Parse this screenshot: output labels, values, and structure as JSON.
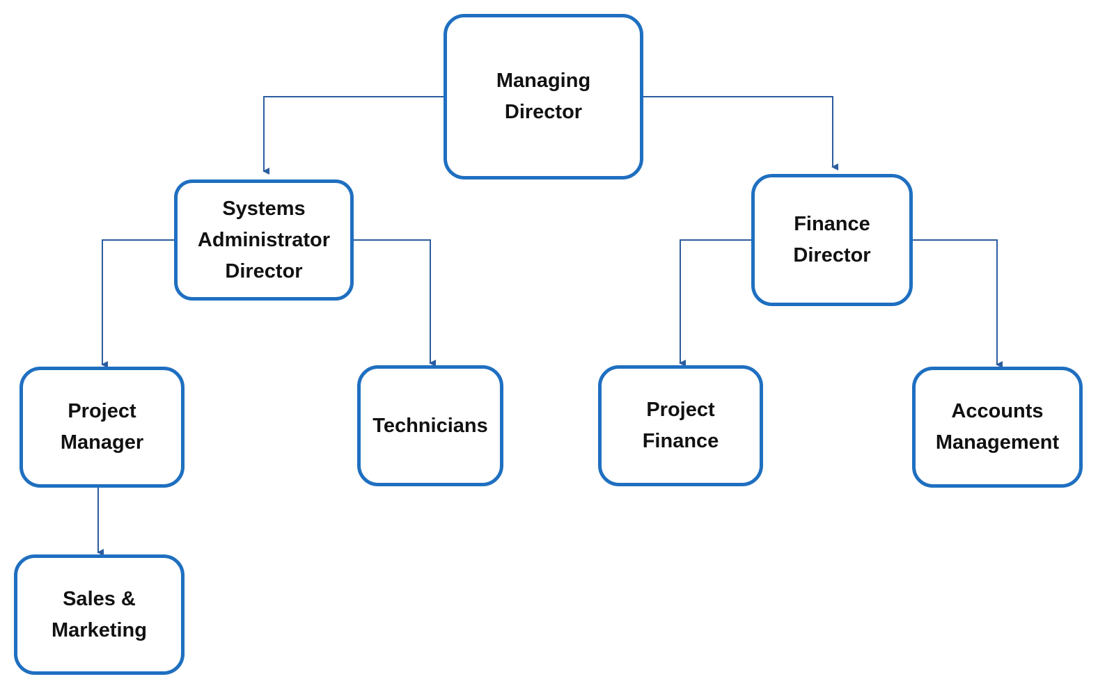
{
  "diagram": {
    "title": "Organization chart",
    "border_color": "#1f6fc0",
    "line_color": "#2b5c9e",
    "nodes": {
      "managing_director": "Managing\nDirector",
      "systems_admin_director": "Systems\nAdministrator\nDirector",
      "finance_director": "Finance\nDirector",
      "project_manager": "Project\nManager",
      "technicians": "Technicians",
      "project_finance": "Project\nFinance",
      "accounts_management": "Accounts\nManagement",
      "sales_marketing": "Sales &\nMarketing"
    },
    "edges": [
      [
        "managing_director",
        "systems_admin_director"
      ],
      [
        "managing_director",
        "finance_director"
      ],
      [
        "systems_admin_director",
        "project_manager"
      ],
      [
        "systems_admin_director",
        "technicians"
      ],
      [
        "finance_director",
        "project_finance"
      ],
      [
        "finance_director",
        "accounts_management"
      ],
      [
        "project_manager",
        "sales_marketing"
      ]
    ]
  }
}
